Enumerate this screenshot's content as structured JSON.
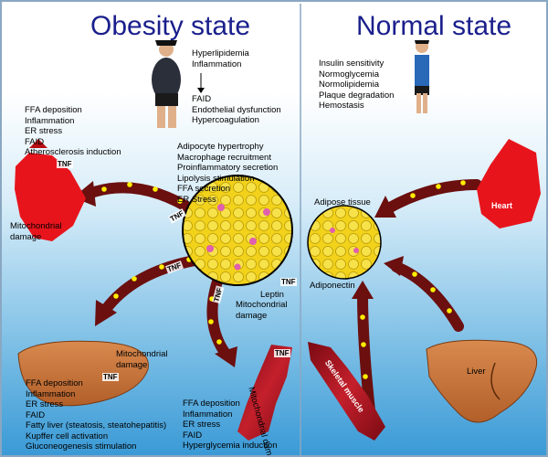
{
  "titles": {
    "obesity": "Obesity state",
    "normal": "Normal state"
  },
  "obesity_body_effects": [
    "Hyperlipidemia",
    "Inflammation"
  ],
  "obesity_vascular_effects": [
    "FAID",
    "Endothelial dysfunction",
    "Hypercoagulation"
  ],
  "normal_effects": [
    "Insulin sensitivity",
    "Normoglycemia",
    "Normolipidemia",
    "Plaque degradation",
    "Hemostasis"
  ],
  "adipocyte_effects": [
    "Adipocyte hypertrophy",
    "Macrophage recruitment",
    "Proinflammatory secretion",
    "Lipolysis stimulation",
    "FFA secretion",
    "ER Stress"
  ],
  "heart_effects": [
    "FFA deposition",
    "Inflammation",
    "ER stress",
    "FAID",
    "Atherosclerosis induction"
  ],
  "liver_effects": [
    "FFA deposition",
    "Inflammation",
    "ER stress",
    "FAID",
    "Fatty liver (steatosis, steatohepatitis)",
    "Kupffer cell activation",
    "Gluconeogenesis stimulation"
  ],
  "muscle_effects": [
    "FFA deposition",
    "Inflammation",
    "ER stress",
    "FAID",
    "Hyperglycemia induction"
  ],
  "labels": {
    "mito_heart": [
      "Mitochondrial",
      "damage"
    ],
    "mito_liver": [
      "Mitochondrial",
      "damage"
    ],
    "mito_muscle": "Mitochondrial damage",
    "leptin": "Leptin",
    "mito_adipose": [
      "Mitochondrial",
      "damage"
    ],
    "adipose_tissue": "Adipose tissue",
    "adiponectin": "Adiponectin",
    "heart": "Heart",
    "liver": "Liver",
    "skeletal_muscle": "Skeletal muscle",
    "tnf": "TNF"
  },
  "colors": {
    "title": "#1a1f8c",
    "arrow": "#6b0f0f",
    "dot": "#ffee00",
    "heart": "#e8141c",
    "liver": "#c9733a",
    "muscle": "#b01020",
    "fat": "#f2d21a"
  }
}
